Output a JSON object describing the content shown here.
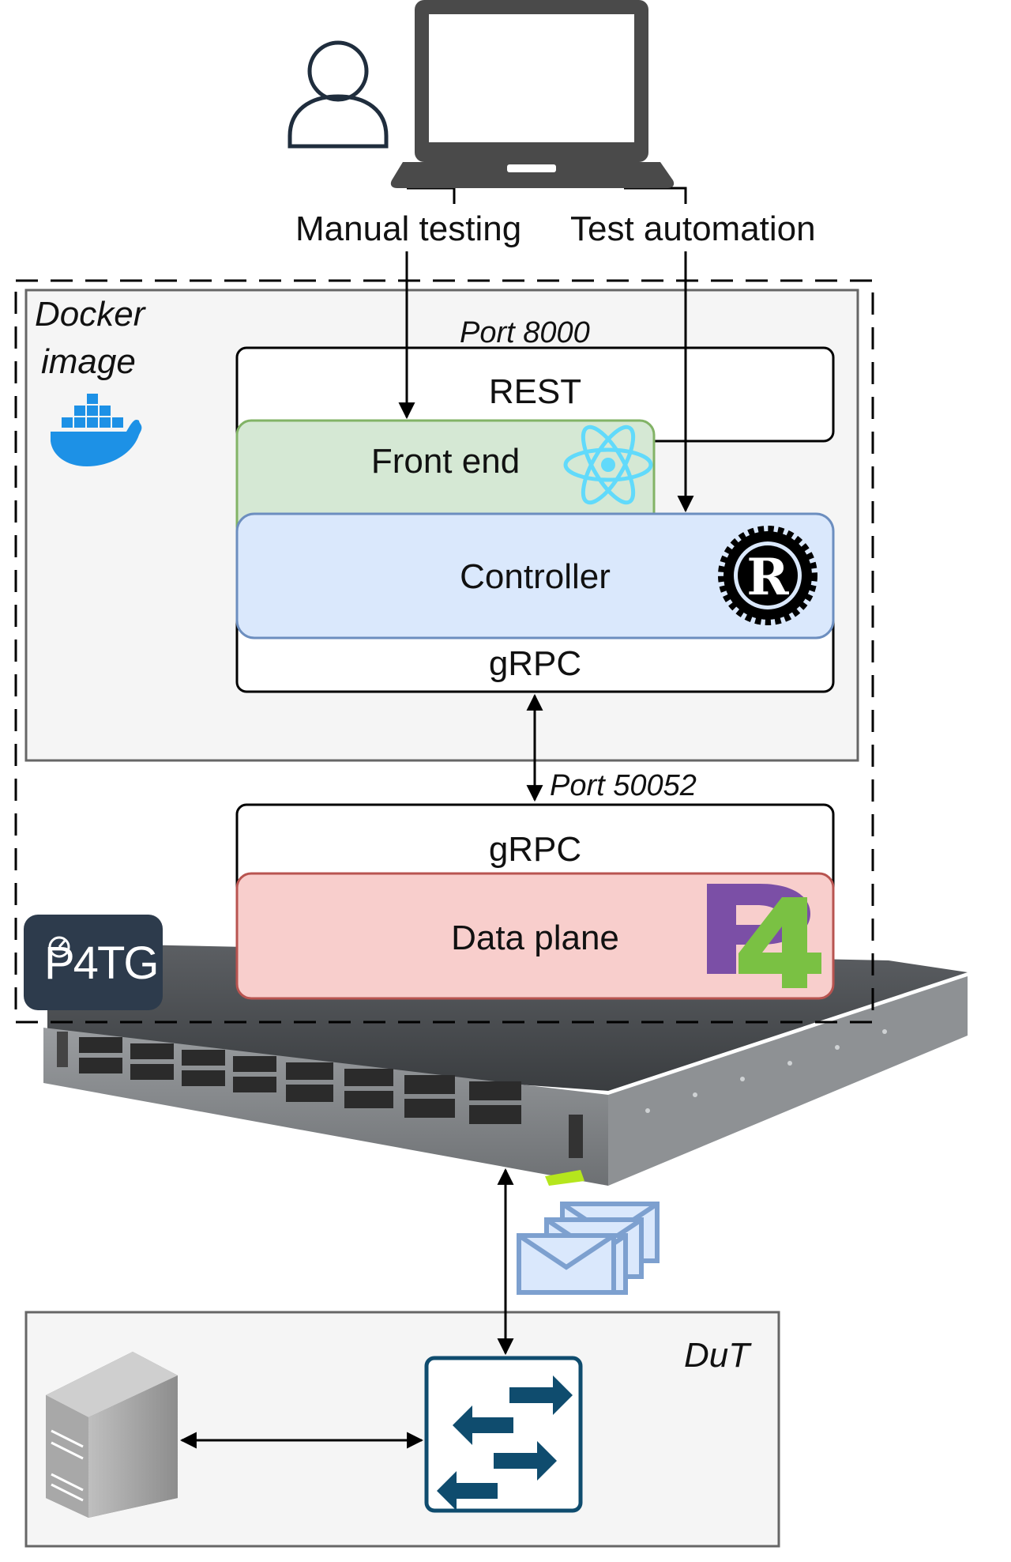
{
  "labels": {
    "manual_testing": "Manual testing",
    "test_automation": "Test automation",
    "docker_line1": "Docker",
    "docker_line2": "image",
    "port_rest": "Port 8000",
    "rest": "REST",
    "front_end": "Front end",
    "controller": "Controller",
    "grpc_controller": "gRPC",
    "port_grpc": "Port 50052",
    "grpc_dataplane": "gRPC",
    "data_plane": "Data plane",
    "dut": "DuT",
    "p4tg_logo_text": "P4TG"
  },
  "icons": {
    "user": "user-outline-icon",
    "laptop": "laptop-icon",
    "docker": "docker-whale-icon",
    "react": "react-atom-icon",
    "rust": "rust-gear-icon",
    "p4": "p4-logo-icon",
    "p4tg": "p4tg-logo-icon",
    "switch_hw": "tofino-switch-photo",
    "packets": "envelope-stack-icon",
    "server": "server-tower-icon",
    "network_switch": "network-switch-icon"
  },
  "colors": {
    "front_end_fill": "#d5e8d4",
    "front_end_stroke": "#82b366",
    "controller_fill": "#dae8fc",
    "controller_stroke": "#6c8ebf",
    "data_plane_fill": "#f8cecc",
    "data_plane_stroke": "#b85450",
    "docker_blue": "#1d91e6",
    "react_cyan": "#61dafb",
    "p4_purple": "#7b4fa6",
    "p4_green": "#7ac143",
    "switch_icon_blue": "#0f4c6e",
    "envelope_blue": "#7da0cf",
    "p4tg_badge": "#2d3b4c"
  }
}
